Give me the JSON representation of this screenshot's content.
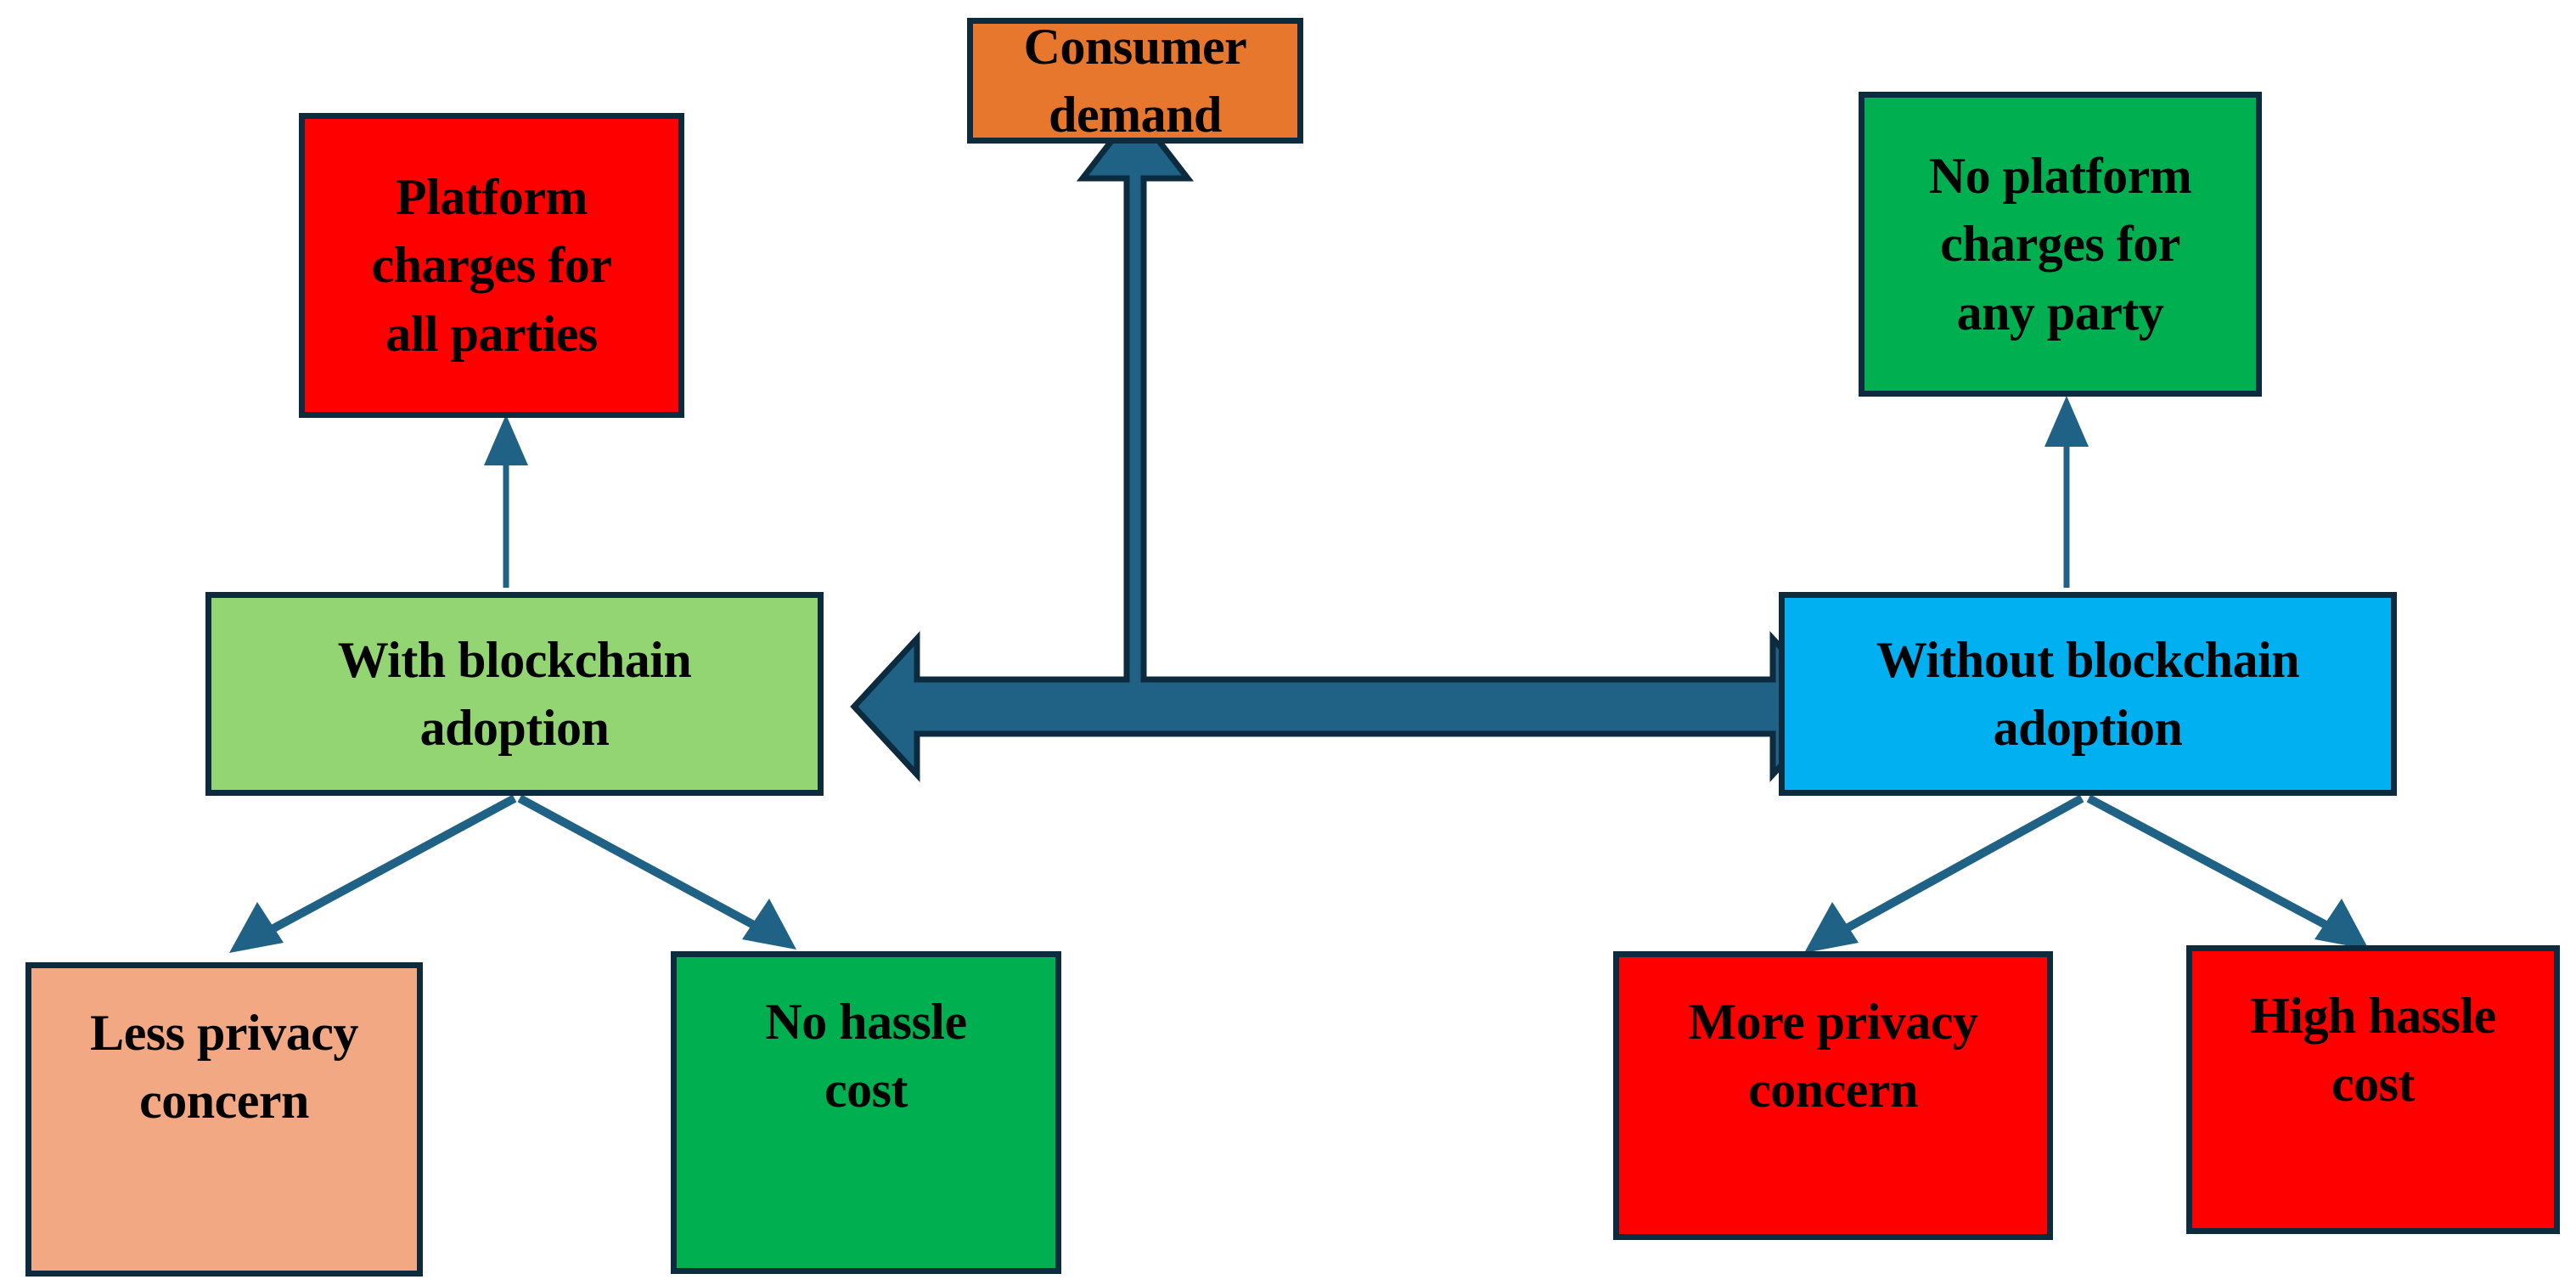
{
  "diagram": {
    "title": "Blockchain adoption comparison flow diagram",
    "background_color": "#ffffff",
    "border_color": "#0d2b3e",
    "arrow_fill_color": "#1f6285",
    "arrow_outline_color": "#0d2b3e",
    "thin_connector_color": "#1f6285"
  },
  "nodes": {
    "consumer_demand": {
      "label": "Consumer demand",
      "fill": "#e8772e"
    },
    "platform_charges": {
      "label": "Platform\ncharges for\nall parties",
      "fill": "#fe0000"
    },
    "no_platform_charges": {
      "label": "No platform\ncharges for\nany party",
      "fill": "#00b050"
    },
    "with_blockchain": {
      "label": "With blockchain\nadoption",
      "fill": "#92d572"
    },
    "without_blockchain": {
      "label": "Without blockchain\nadoption",
      "fill": "#00b0f0"
    },
    "less_privacy": {
      "label": "Less privacy\nconcern",
      "fill": "#f2a983"
    },
    "no_hassle": {
      "label": "No hassle\ncost",
      "fill": "#00b050"
    },
    "more_privacy": {
      "label": "More privacy\nconcern",
      "fill": "#fe0000"
    },
    "high_hassle": {
      "label": "High hassle\ncost",
      "fill": "#fe0000"
    }
  },
  "connectors": [
    {
      "name": "central-bidirectional-arrow",
      "from": "with_blockchain",
      "to": "without_blockchain",
      "style": "double-headed-thick-horizontal"
    },
    {
      "name": "central-up-arrow",
      "from": "central-bidirectional-arrow",
      "to": "consumer_demand",
      "style": "thick-up"
    },
    {
      "name": "with-blockchain-to-platform-charges",
      "from": "with_blockchain",
      "to": "platform_charges",
      "style": "thin-up"
    },
    {
      "name": "without-blockchain-to-no-platform-charges",
      "from": "without_blockchain",
      "to": "no_platform_charges",
      "style": "thin-up"
    },
    {
      "name": "with-blockchain-to-less-privacy",
      "from": "with_blockchain",
      "to": "less_privacy",
      "style": "thin-diagonal-down-left"
    },
    {
      "name": "with-blockchain-to-no-hassle",
      "from": "with_blockchain",
      "to": "no_hassle",
      "style": "thin-diagonal-down-right"
    },
    {
      "name": "without-blockchain-to-more-privacy",
      "from": "without_blockchain",
      "to": "more_privacy",
      "style": "thin-diagonal-down-left"
    },
    {
      "name": "without-blockchain-to-high-hassle",
      "from": "without_blockchain",
      "to": "high_hassle",
      "style": "thin-diagonal-down-right"
    }
  ]
}
